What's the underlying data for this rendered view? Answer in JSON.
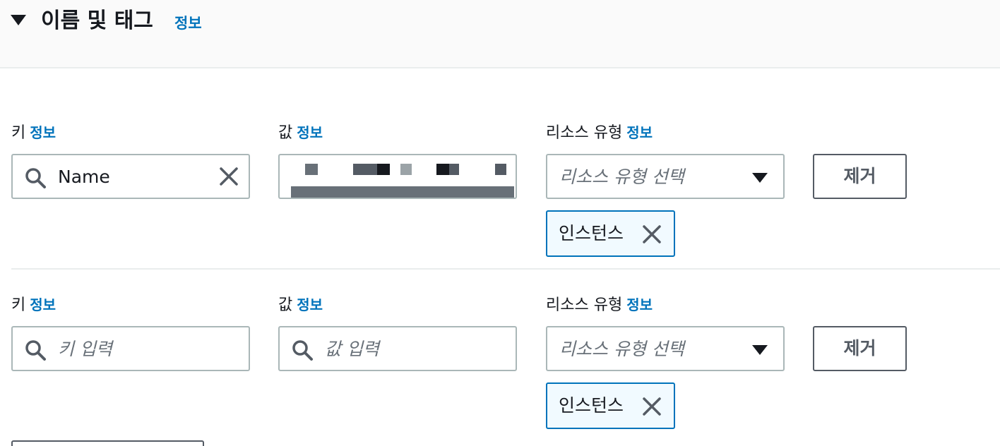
{
  "section": {
    "title": "이름 및 태그",
    "info": "정보"
  },
  "tags": [
    {
      "key_label": "키",
      "key_info": "정보",
      "key_value": "Name",
      "value_label": "값",
      "value_info": "정보",
      "value_redacted": true,
      "resource_label": "리소스 유형",
      "resource_info": "정보",
      "resource_placeholder": "리소스 유형 선택",
      "token": "인스턴스",
      "remove_label": "제거"
    },
    {
      "key_label": "키",
      "key_info": "정보",
      "key_placeholder": "키 입력",
      "value_label": "값",
      "value_info": "정보",
      "value_placeholder": "값 입력",
      "resource_label": "리소스 유형",
      "resource_info": "정보",
      "resource_placeholder": "리소스 유형 선택",
      "token": "인스턴스",
      "remove_label": "제거"
    }
  ],
  "icons": {
    "expand": "caret-down-icon",
    "search": "search-icon",
    "clear": "close-icon",
    "dropdown": "dropdown-caret-icon",
    "dismiss": "close-icon"
  },
  "colors": {
    "link": "#0073bb",
    "text": "#16191f",
    "border": "#aab7b8",
    "token_border": "#0073bb",
    "token_bg": "#f1faff",
    "button_border": "#545b64",
    "placeholder": "#687078"
  }
}
